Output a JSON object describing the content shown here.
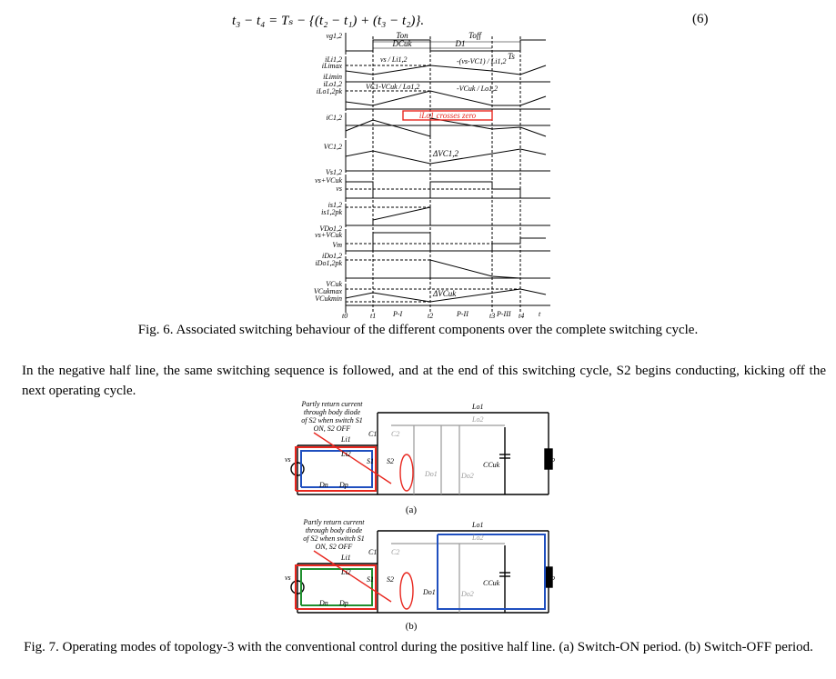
{
  "equation": {
    "text": "t₃ − t₄ = Tₛ − {(t₂ − t₁) + (t₃ − t₂)}.",
    "number": "(6)"
  },
  "figure6": {
    "caption": "Fig. 6. Associated switching behaviour of the different components over the complete switching cycle.",
    "signals": [
      "vg1,2",
      "iLi1,2",
      "iLimax",
      "iLimin",
      "iLo1,2",
      "iLo1,2pk",
      "iC1,2",
      "VC1,2",
      "Vs1,2",
      "vs+VCuk",
      "vs",
      "is1,2",
      "is1,2pk",
      "VDo1,2",
      "vs+VCuk",
      "Vm",
      "iDo1,2",
      "iDo1,2pk",
      "VCuk",
      "VCukmax",
      "VCukmin"
    ],
    "top_labels": {
      "ton": "Ton",
      "dcuk": "DCuk",
      "toff": "Toff",
      "d1": "D1",
      "ts": "Ts"
    },
    "slopes": {
      "li_on": "vs / Li1,2",
      "li_off": "-(vs-VC1) / Li1,2",
      "lo_on": "VC1-VCuk / Lo1,2",
      "lo_off": "-VCuk / Lo1,2"
    },
    "annotation": "iLo1 crosses zero",
    "delta_vc": "ΔVC1,2",
    "delta_vcuk": "ΔVCuk",
    "time_labels": [
      "t0",
      "t1",
      "P-I",
      "t2",
      "P-II",
      "t3",
      "P-III",
      "t4",
      "t"
    ]
  },
  "paragraph": "In the negative half line, the same switching sequence is followed, and at the end of this switching cycle, S2 begins conducting, kicking off the next operating cycle.",
  "figure7": {
    "panel_a": {
      "note": [
        "Partly return current",
        "through body diode",
        "of S2 when switch S1",
        "ON, S2 OFF"
      ],
      "label": "(a)"
    },
    "panel_b": {
      "note": [
        "Partly return current",
        "through body diode",
        "of S2 when switch S1",
        "ON, S2 OFF"
      ],
      "label": "(b)"
    },
    "components": [
      "Lo1",
      "Lo2",
      "Li1",
      "Li2",
      "C1",
      "C2",
      "S1",
      "S2",
      "Dn",
      "Dp",
      "Do1",
      "Do2",
      "CCuk",
      "Ro",
      "vs"
    ],
    "caption": "Fig. 7. Operating modes of topology-3 with the conventional control during the positive half line. (a) Switch-ON period. (b) Switch-OFF period."
  },
  "colors": {
    "red": "#e8271f",
    "blue": "#1f4fbf",
    "green": "#1f8f2f",
    "gray": "#9a9a9a"
  }
}
